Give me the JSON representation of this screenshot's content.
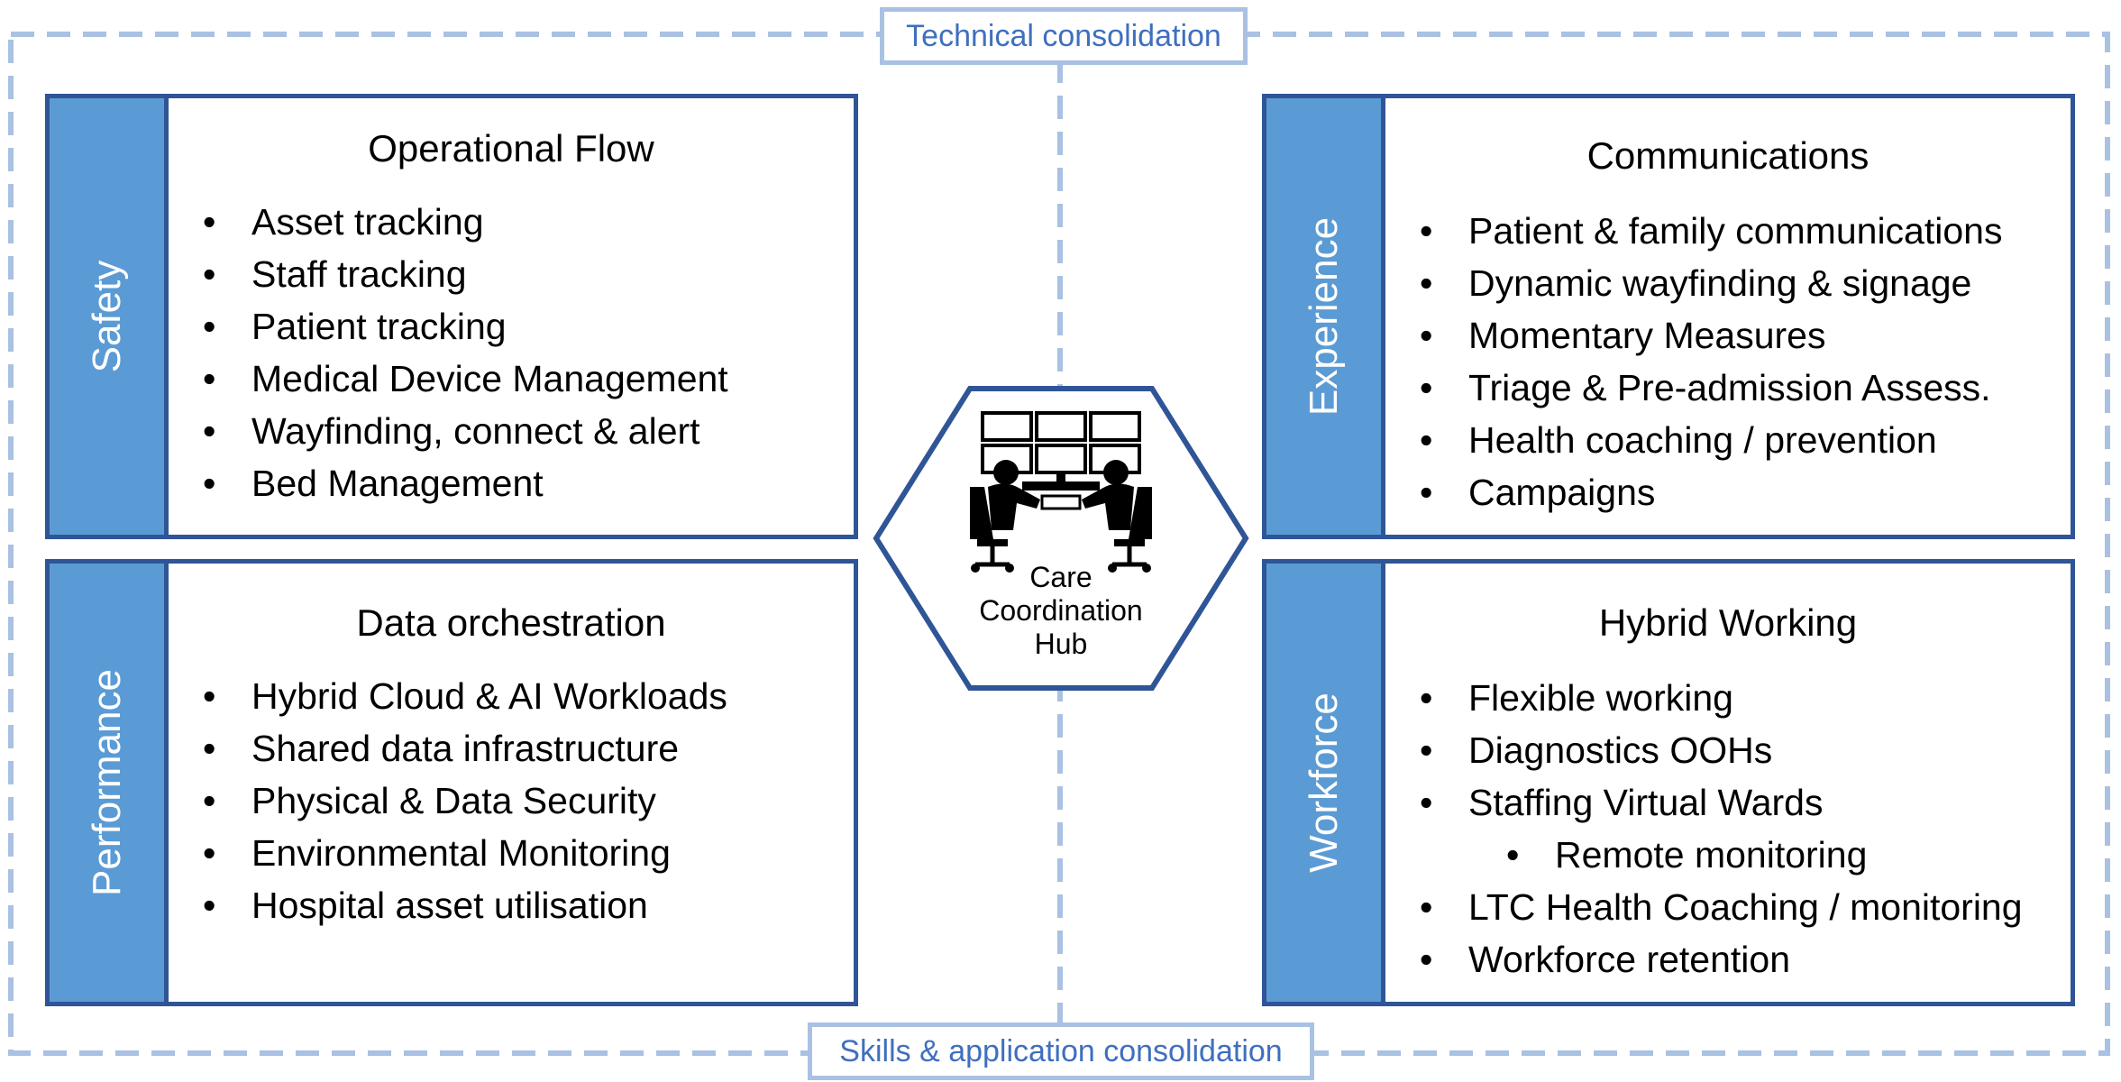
{
  "frame": {
    "top_label": "Technical consolidation",
    "bottom_label": "Skills & application consolidation",
    "border_color": "#a9c1e2"
  },
  "quadrants": [
    {
      "side_label": "Safety",
      "title": "Operational Flow",
      "items": [
        "Asset tracking",
        "Staff tracking",
        "Patient tracking",
        "Medical Device Management",
        "Wayfinding, connect & alert",
        "Bed Management"
      ]
    },
    {
      "side_label": "Experience",
      "title": "Communications",
      "items": [
        "Patient & family communications",
        "Dynamic wayfinding & signage",
        "Momentary Measures",
        "Triage & Pre-admission Assess.",
        "Health coaching / prevention",
        "Campaigns"
      ]
    },
    {
      "side_label": "Performance",
      "title": "Data orchestration",
      "items": [
        "Hybrid Cloud & AI Workloads",
        "Shared data infrastructure",
        "Physical & Data Security",
        "Environmental Monitoring",
        "Hospital asset utilisation"
      ]
    },
    {
      "side_label": "Workforce",
      "title": "Hybrid Working",
      "items": [
        "Flexible working",
        "Diagnostics OOHs",
        "Staffing Virtual Wards",
        "Remote monitoring",
        "LTC Health Coaching / monitoring",
        "Workforce retention"
      ]
    }
  ],
  "hub": {
    "line1": "Care",
    "line2": "Coordination",
    "line3": "Hub",
    "icon": "control-room-operators-icon"
  },
  "colors": {
    "accent_blue": "#5b9bd5",
    "border_dark_blue": "#2f5597",
    "label_text_blue": "#3f6fbf"
  }
}
